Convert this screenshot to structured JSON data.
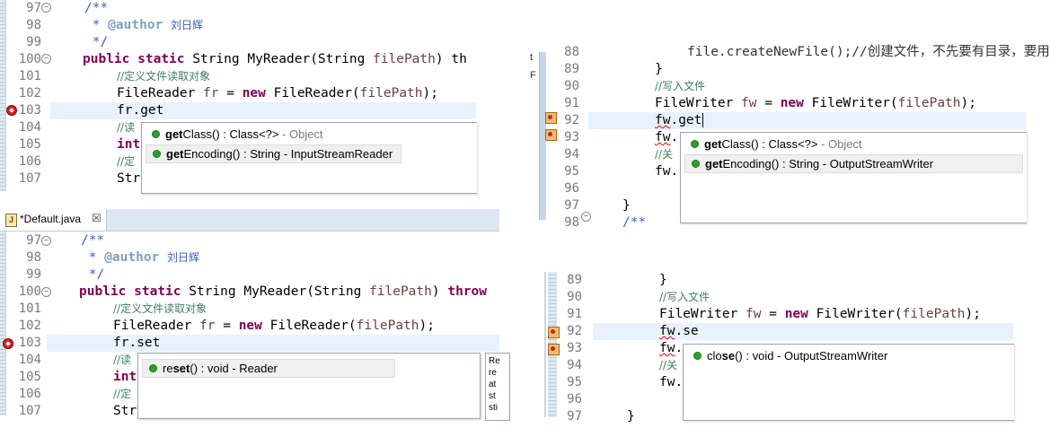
{
  "panel_tl": {
    "lines": [
      {
        "n": "97",
        "text": "/**"
      },
      {
        "n": "98",
        "text": " * @author 刘日辉",
        "tag": "@author",
        "name": "刘日辉"
      },
      {
        "n": "99",
        "text": " */"
      },
      {
        "n": "100",
        "kw1": "public",
        "kw2": "static",
        "t1": " String MyReader(String ",
        "var": "filePath",
        "t2": ") th"
      },
      {
        "n": "101",
        "comment": "//定义文件读取对象"
      },
      {
        "n": "102",
        "t1": "FileReader ",
        "var": "fr",
        "t2": " = ",
        "kw": "new",
        "t3": " FileReader(",
        "var2": "filePath",
        "t4": ");"
      },
      {
        "n": "103",
        "text": "fr.get"
      },
      {
        "n": "104",
        "text": "//读"
      },
      {
        "n": "105",
        "text": "int"
      },
      {
        "n": "106",
        "text": "//定"
      },
      {
        "n": "107",
        "text": "Str"
      }
    ],
    "popup": [
      {
        "method": "get",
        "rest": "Class() : Class<?>",
        "owner": " - Object"
      },
      {
        "method": "get",
        "rest": "Encoding() : String - InputStreamReader",
        "owner": ""
      }
    ]
  },
  "panel_tr": {
    "edge_chars": [
      "t",
      "F"
    ],
    "lines": [
      {
        "n": "88",
        "text": "file.createNewFile();//创建文件，不先要有目录，要用"
      },
      {
        "n": "89",
        "text": "}"
      },
      {
        "n": "90",
        "comment": "//写入文件"
      },
      {
        "n": "91",
        "t1": "FileWriter ",
        "var": "fw",
        "t2": " = ",
        "kw": "new",
        "t3": " FileWriter(",
        "var2": "filePath",
        "t4": ");"
      },
      {
        "n": "92",
        "var": "fw",
        "text": ".get"
      },
      {
        "n": "93",
        "var": "fw",
        "text": "."
      },
      {
        "n": "94",
        "text": "//关"
      },
      {
        "n": "95",
        "var": "fw",
        "text": "."
      },
      {
        "n": "96",
        "text": ""
      },
      {
        "n": "97",
        "text": "}"
      },
      {
        "n": "98",
        "text": "/**"
      }
    ],
    "popup": [
      {
        "method": "get",
        "rest": "Class() : Class<?>",
        "owner": " - Object"
      },
      {
        "method": "get",
        "rest": "Encoding() : String - OutputStreamWriter",
        "owner": ""
      }
    ]
  },
  "panel_bl": {
    "tab": {
      "label": "*Default.java",
      "close": "☒"
    },
    "lines": [
      {
        "n": "97",
        "text": "/**"
      },
      {
        "n": "98",
        "text": " * @author 刘日辉",
        "tag": "@author",
        "name": "刘日辉"
      },
      {
        "n": "99",
        "text": " */"
      },
      {
        "n": "100",
        "kw1": "public",
        "kw2": "static",
        "t1": " String MyReader(String ",
        "var": "filePath",
        "t2": ") ",
        "kw3": "throw"
      },
      {
        "n": "101",
        "comment": "//定义文件读取对象"
      },
      {
        "n": "102",
        "t1": "FileReader ",
        "var": "fr",
        "t2": " = ",
        "kw": "new",
        "t3": " FileReader(",
        "var2": "filePath",
        "t4": ");"
      },
      {
        "n": "103",
        "text": "fr.set"
      },
      {
        "n": "104",
        "text": "//读"
      },
      {
        "n": "105",
        "text": "int"
      },
      {
        "n": "106",
        "text": "//定"
      },
      {
        "n": "107",
        "text": "Str"
      }
    ],
    "popup": [
      {
        "pre": "re",
        "method": "set",
        "rest": "() : void - Reader",
        "owner": ""
      }
    ],
    "doc_lines": [
      "Re",
      "re",
      "at",
      "st",
      "sti"
    ]
  },
  "panel_br": {
    "lines": [
      {
        "n": "89",
        "text": "}"
      },
      {
        "n": "90",
        "comment": "//写入文件"
      },
      {
        "n": "91",
        "t1": "FileWriter ",
        "var": "fw",
        "t2": " = ",
        "kw": "new",
        "t3": " FileWriter(",
        "var2": "filePath",
        "t4": ");"
      },
      {
        "n": "92",
        "var": "fw",
        "text": ".se"
      },
      {
        "n": "93",
        "var": "fw",
        "text": "."
      },
      {
        "n": "94",
        "text": "//关"
      },
      {
        "n": "95",
        "var": "fw",
        "text": "."
      },
      {
        "n": "96",
        "text": ""
      },
      {
        "n": "97",
        "text": "}"
      }
    ],
    "popup": [
      {
        "pre": "clo",
        "method": "se",
        "rest": "() : void - OutputStreamWriter",
        "owner": ""
      }
    ]
  },
  "colors": {
    "keyword": "#7f0055",
    "comment": "#3f7f5f",
    "javadoc": "#3f5fbf",
    "variable": "#6a3e3e",
    "current_line": "#e8f2fe",
    "method_icon": "#2ca02c"
  }
}
